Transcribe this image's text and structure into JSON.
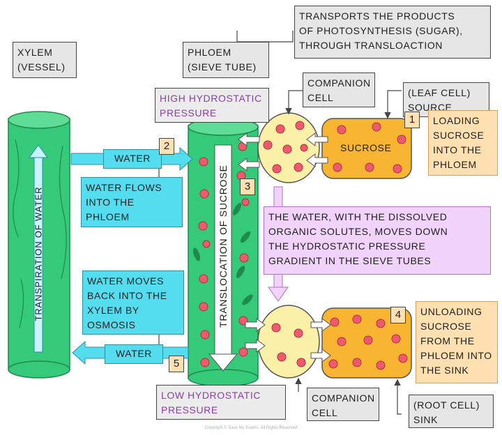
{
  "labels": {
    "xylem": "XYLEM\n(VESSEL)",
    "phloem": "PHLOEM\n(SIEVE TUBE)",
    "transports": "TRANSPORTS THE PRODUCTS\nOF PHOTOSYNTHESIS (SUGAR),\nTHROUGH TRANSLOACTION",
    "companion_cell_top": "COMPANION\nCELL",
    "leaf_cell_source": "(LEAF CELL)\nSOURCE",
    "high_pressure": "HIGH HYDROSTATIC\nPRESSURE",
    "loading": "LOADING\nSUCROSE\nINTO THE\nPHLOEM",
    "sucrose": "SUCROSE",
    "water_top": "WATER",
    "water_flows": "WATER FLOWS\nINTO THE\nPHLOEM",
    "transpiration": "TRANSPIRATION OF WATER",
    "translocation": "TRANSLOCATION OF SUCROSE",
    "water_with_solutes": "THE WATER, WITH THE DISSOLVED\nORGANIC SOLUTES, MOVES DOWN\nTHE HYDROSTATIC PRESSURE\nGRADIENT IN THE SIEVE TUBES",
    "water_moves_back": "WATER MOVES\nBACK INTO THE\nXYLEM BY\nOSMOSIS",
    "water_bottom": "WATER",
    "unloading": "UNLOADING\nSUCROSE\nFROM THE\nPHLOEM INTO\nTHE SINK",
    "low_pressure": "LOW HYDROSTATIC\nPRESSURE",
    "companion_cell_bottom": "COMPANION\nCELL",
    "root_cell_sink": "(ROOT CELL)\nSINK",
    "copyright": "Copyright © Save My Exams. All Rights Reserved"
  },
  "steps": [
    "1",
    "2",
    "3",
    "4",
    "5"
  ],
  "colors": {
    "vessel_green": "#35c97a",
    "vessel_dark": "#1f8a4c",
    "cyan": "#53ddef",
    "companion_yellow": "#fbf0a8",
    "cell_orange": "#f7b531",
    "sucrose_dot": "#f05a6e",
    "lilac": "#f1d3fb",
    "purple_text": "#8a3ea6"
  }
}
